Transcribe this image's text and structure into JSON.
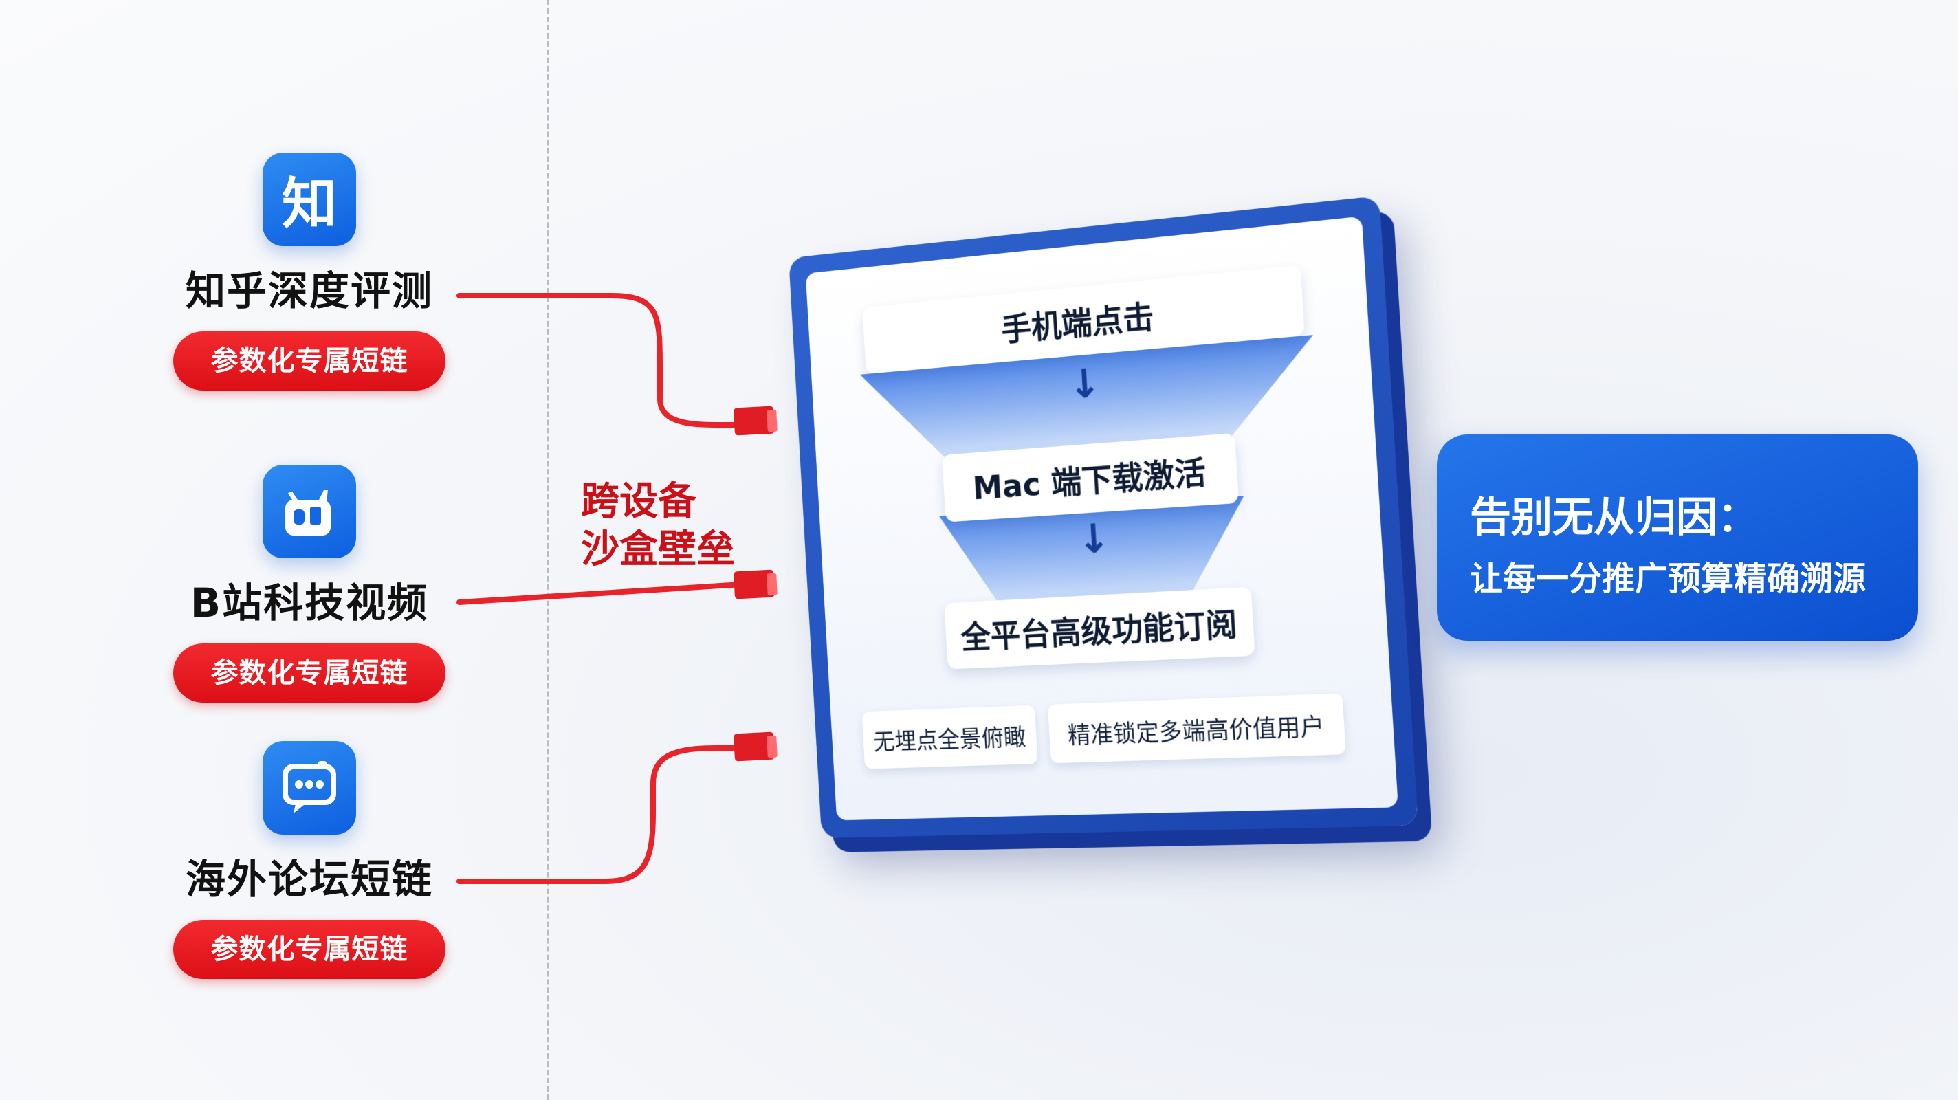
{
  "sources": [
    {
      "icon_name": "zhihu-icon",
      "icon_glyph": "知",
      "title": "知乎深度评测",
      "tag": "参数化专属短链"
    },
    {
      "icon_name": "bilibili-icon",
      "title": "B站科技视频",
      "tag": "参数化专属短链"
    },
    {
      "icon_name": "forum-icon",
      "title": "海外论坛短链",
      "tag": "参数化专属短链"
    }
  ],
  "sandbox": {
    "line1": "跨设备",
    "line2": "沙盒壁垒"
  },
  "funnel": {
    "step1": "手机端点击",
    "step2": "Mac 端下载激活",
    "step3": "全平台高级功能订阅",
    "arrow_glyph": "↓",
    "chip_left": "无埋点全景俯瞰",
    "chip_right": "精准锁定多端高价值用户"
  },
  "callout": {
    "title": "告别无从归因：",
    "subtitle": "让每一分推广预算精确溯源"
  },
  "colors": {
    "primary_blue": "#1a44ad",
    "accent_red": "#dc0f16",
    "wire_red": "#e8242a"
  }
}
